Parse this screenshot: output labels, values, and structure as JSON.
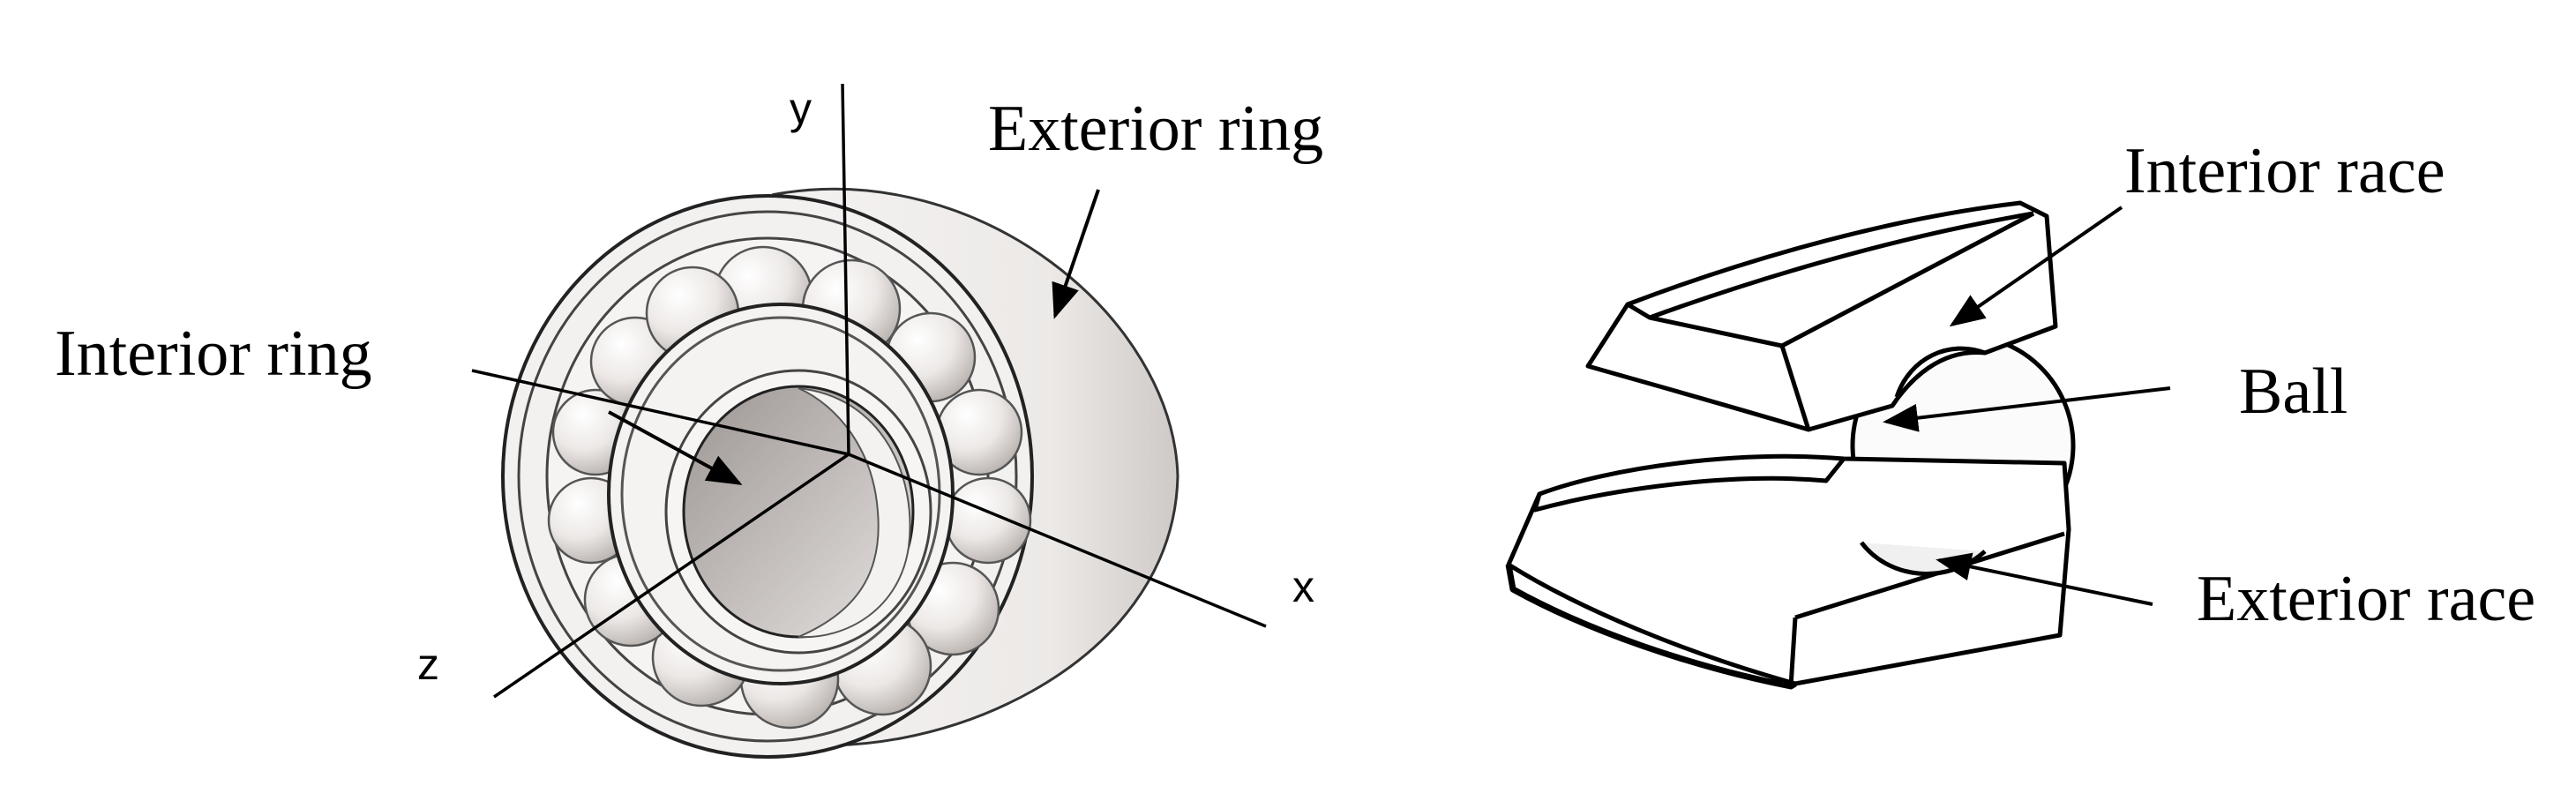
{
  "left_figure": {
    "labels": {
      "exterior_ring": "Exterior ring",
      "interior_ring": "Interior ring"
    },
    "axes": {
      "x": "x",
      "y": "y",
      "z": "z"
    }
  },
  "right_figure": {
    "labels": {
      "interior_race": "Interior race",
      "ball": "Ball",
      "exterior_race": "Exterior race"
    }
  }
}
